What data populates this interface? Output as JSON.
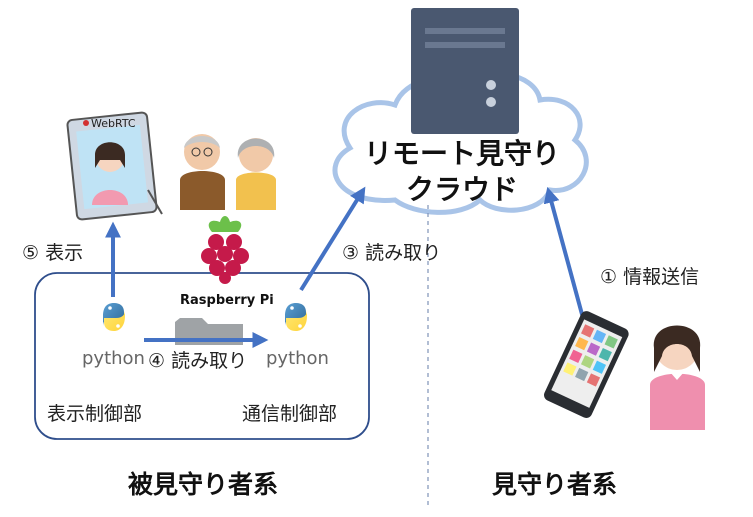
{
  "cloud": {
    "title_line1": "リモート見守り",
    "title_line2": "クラウド"
  },
  "steps": {
    "s1": "① 情報送信",
    "s3": "③ 読み取り",
    "s4": "④ 読み取り",
    "s5": "⑤ 表示"
  },
  "modules": {
    "display": "表示制御部",
    "comm": "通信制御部"
  },
  "python": {
    "word": "python"
  },
  "raspberry": {
    "label": "Raspberry Pi"
  },
  "webrtc": {
    "label": "WebRTC"
  },
  "sections": {
    "watched": "被見守り者系",
    "watcher": "見守り者系"
  },
  "colors": {
    "arrow": "#4472c4",
    "cloud_stroke": "#a9c4e8",
    "server": "#4a5870",
    "box_stroke": "#2f4e8c"
  }
}
